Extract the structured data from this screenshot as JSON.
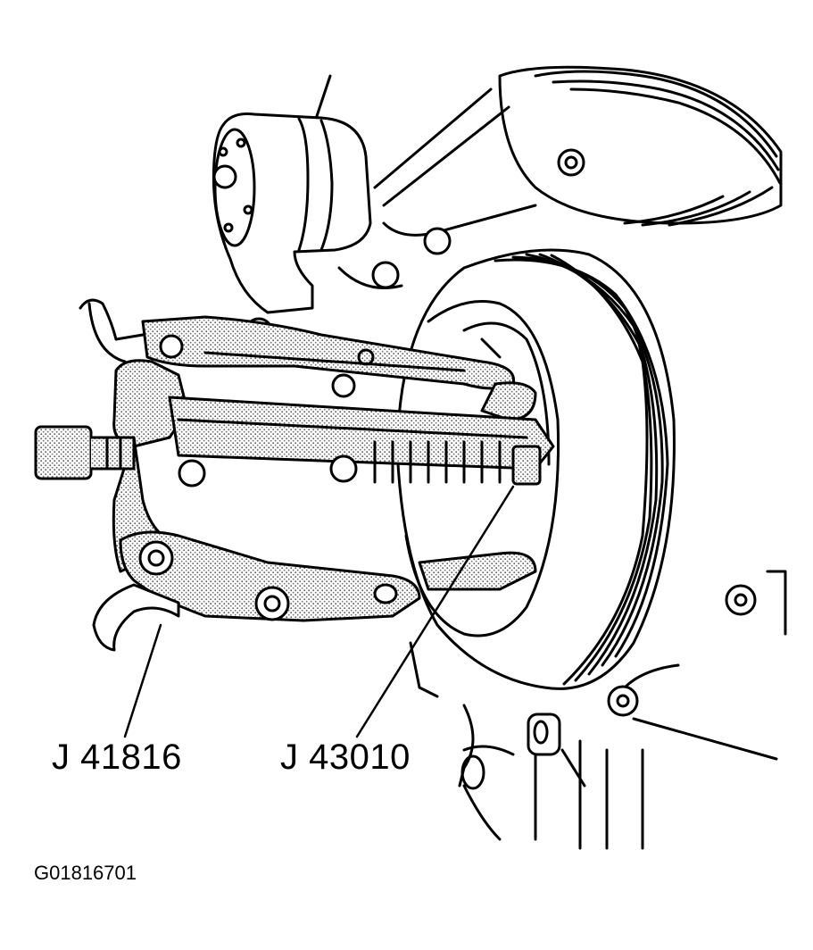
{
  "callouts": {
    "puller": "J 41816",
    "adapter": "J 43010"
  },
  "figure_id": "G01816701",
  "colors": {
    "line": "#000000",
    "stipple": "#8a8a8a",
    "background": "#ffffff"
  },
  "icons": {
    "illustration": "crankshaft-balancer-puller-diagram"
  }
}
